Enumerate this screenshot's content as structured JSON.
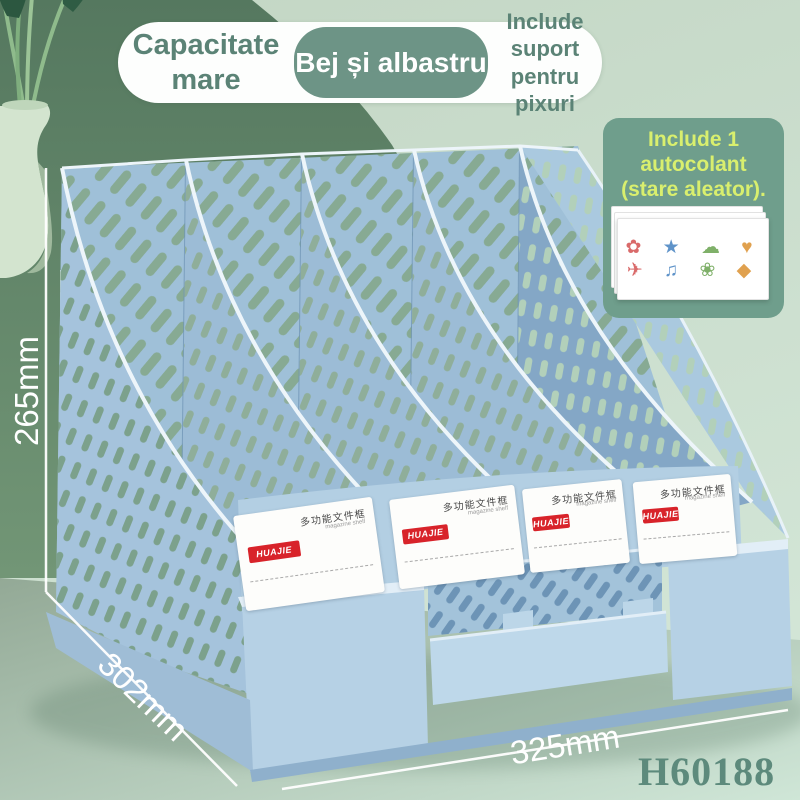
{
  "badges": {
    "capacity": "Capacitate mare",
    "color_pill": "Bej și albastru",
    "pen_holder": "Include suport pentru pixuri"
  },
  "sticker_box": {
    "line1": "Include 1",
    "line2": "autocolant",
    "line3": "(stare aleator).",
    "sticker_rows": [
      "✿ ★ ☁ ♥",
      "✈ ♫ ❀ ◆"
    ],
    "palette": [
      "#d96a6a",
      "#5f93c9",
      "#7fb069",
      "#e0a14f"
    ]
  },
  "dimensions": {
    "height": "265mm",
    "depth": "302mm",
    "width": "325mm"
  },
  "product_code": "H60188",
  "shelf_label": {
    "brand": "HUAJIE",
    "title": "多功能文件框",
    "subtitle": "magazine shelf"
  },
  "colors": {
    "product_blue": "#aecbe2",
    "accent_teal": "#6d9486",
    "badge_text": "#5b8376",
    "sticker_box_bg": "#6f9e8c",
    "sticker_box_text": "#d9ef6e",
    "brand_red": "#d8232a",
    "code_color": "#5d8a7c",
    "wall_green": "#5d8165",
    "bg_sage": "#c7dac8"
  }
}
